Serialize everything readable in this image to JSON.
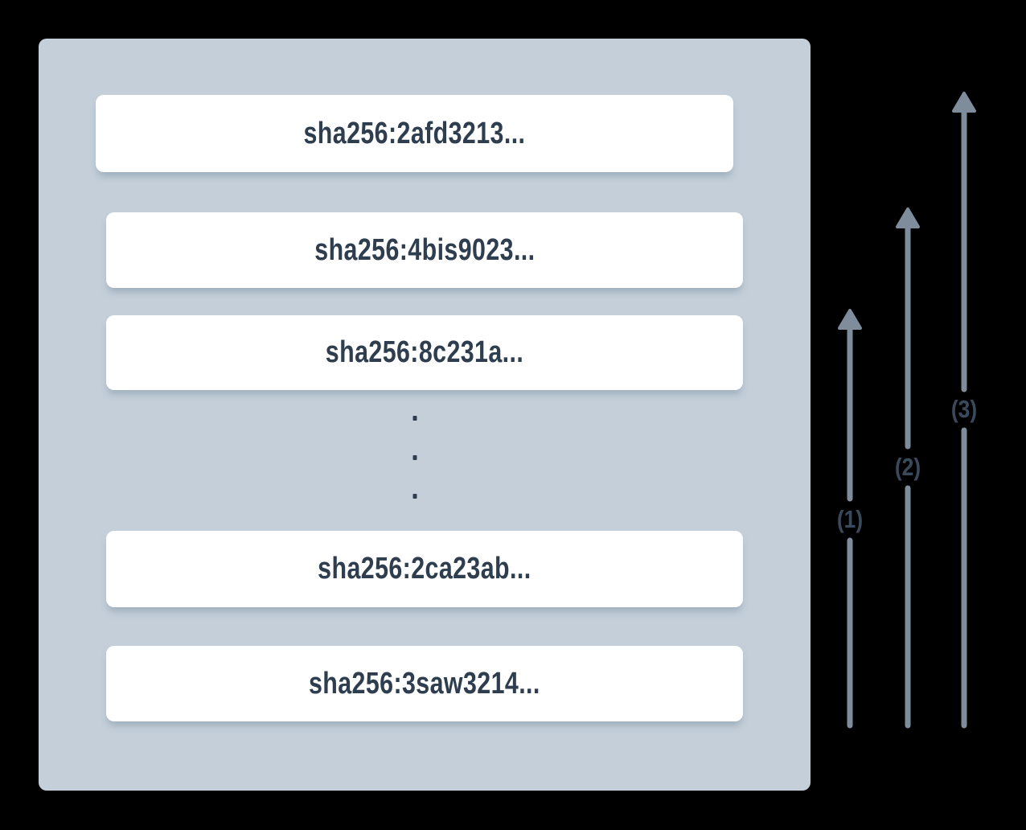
{
  "diagram": {
    "panel": {
      "layers": [
        {
          "label": "sha256:2afd3213..."
        },
        {
          "label": "sha256:4bis9023..."
        },
        {
          "label": "sha256:8c231a..."
        },
        {
          "label": "sha256:2ca23ab..."
        },
        {
          "label": "sha256:3saw3214..."
        }
      ],
      "ellipsis_icon": "vertical-ellipsis-dots"
    },
    "arrows": [
      {
        "label": "(1)"
      },
      {
        "label": "(2)"
      },
      {
        "label": "(3)"
      }
    ],
    "colors": {
      "page_bg": "#000000",
      "panel_bg": "#c4cfd9",
      "box_bg": "#ffffff",
      "box_text": "#2e3e4f",
      "arrow": "#7e8c9c",
      "arrow_label": "#3a4a5c"
    }
  }
}
